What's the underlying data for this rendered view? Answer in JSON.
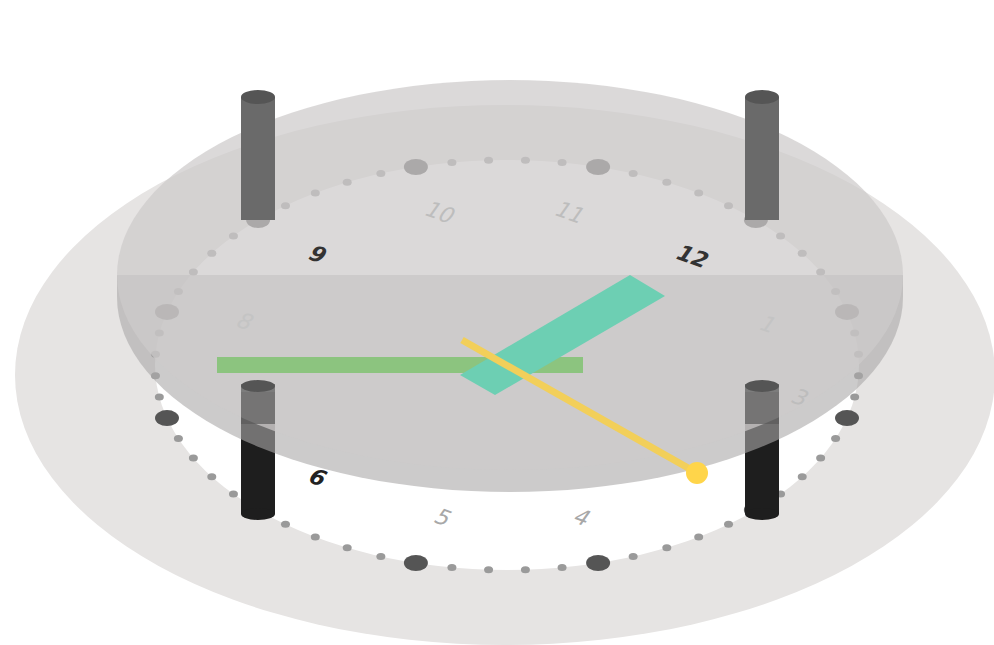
{
  "diagram": {
    "labels": [
      "10",
      "11",
      "12",
      "9",
      "8",
      "1",
      "3",
      "6",
      "5",
      "4"
    ]
  }
}
